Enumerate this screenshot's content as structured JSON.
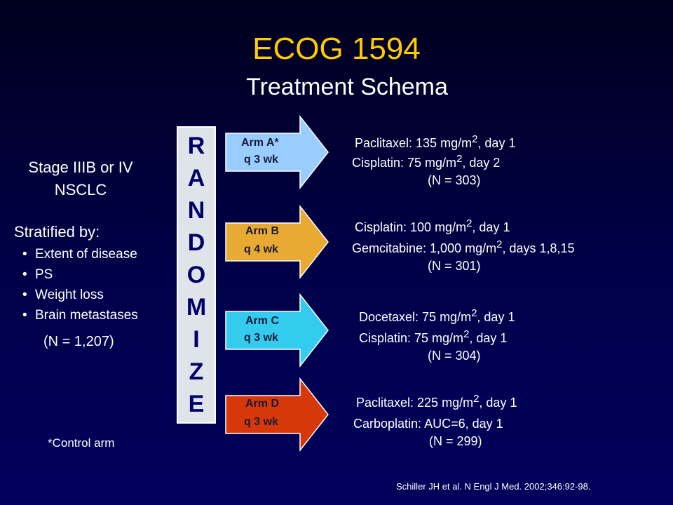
{
  "slide": {
    "title": "ECOG 1594",
    "subtitle": "Treatment Schema"
  },
  "population": {
    "stage_line1": "Stage IIIB or IV",
    "stage_line2": "NSCLC",
    "stratified_label": "Stratified by:",
    "factors": [
      "Extent of disease",
      "PS",
      "Weight loss",
      "Brain metastases"
    ],
    "total_n": "(N = 1,207)"
  },
  "randomize_letters": [
    "R",
    "A",
    "N",
    "D",
    "O",
    "M",
    "I",
    "Z",
    "E"
  ],
  "arms": [
    {
      "label": "Arm A*",
      "schedule": "q 3 wk",
      "color": "#99ccff",
      "line1": {
        "pre": "Paclitaxel: 135 mg/m",
        "sup": "2",
        "post": ", day 1"
      },
      "line2": {
        "pre": "Cisplatin: 75 mg/m",
        "sup": "2",
        "post": ", day 2"
      },
      "n": "(N = 303)"
    },
    {
      "label": "Arm B",
      "schedule": "q 4 wk",
      "color": "#e8aa33",
      "line1": {
        "pre": "Cisplatin: 100 mg/m",
        "sup": "2",
        "post": ", day 1"
      },
      "line2": {
        "pre": "Gemcitabine: 1,000 mg/m",
        "sup": "2",
        "post": ", days 1,8,15"
      },
      "n": "(N = 301)"
    },
    {
      "label": "Arm C",
      "schedule": "q 3 wk",
      "color": "#33ccee",
      "line1": {
        "pre": "Docetaxel: 75 mg/m",
        "sup": "2",
        "post": ", day 1"
      },
      "line2": {
        "pre": "Cisplatin: 75 mg/m",
        "sup": "2",
        "post": ", day 1"
      },
      "n": "(N = 304)"
    },
    {
      "label": "Arm D",
      "schedule": "q 3 wk",
      "color": "#d6380a",
      "line1": {
        "pre": "Paclitaxel: 225 mg/m",
        "sup": "2",
        "post": ", day 1"
      },
      "line2": {
        "pre": "Carboplatin: AUC=6, day 1",
        "sup": "",
        "post": ""
      },
      "n": "(N = 299)"
    }
  ],
  "footnote": "*Control arm",
  "citation": "Schiller JH et al. N Engl J Med. 2002;346:92-98."
}
